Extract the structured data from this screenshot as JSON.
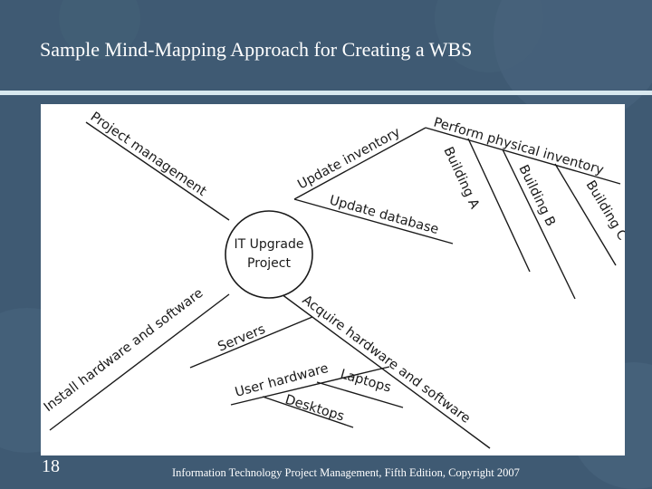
{
  "slide": {
    "title": "Sample Mind-Mapping Approach for Creating a WBS",
    "number": "18",
    "footer": "Information Technology Project Management, Fifth Edition, Copyright 2007"
  },
  "mindmap": {
    "center": [
      "IT Upgrade",
      "Project"
    ],
    "branches": {
      "project_management": "Project management",
      "update_inventory": "Update inventory",
      "perform_physical_inventory": "Perform physical inventory",
      "building_a": "Building A",
      "building_b": "Building B",
      "building_c": "Building C",
      "update_database": "Update database",
      "install_hardware_software": "Install hardware and software",
      "acquire_hardware_software": "Acquire hardware and software",
      "servers": "Servers",
      "user_hardware": "User hardware",
      "laptops": "Laptops",
      "desktops": "Desktops"
    }
  },
  "colors": {
    "background": "#3f5a73",
    "rule": "#d8e8ef",
    "panel": "#ffffff",
    "ink": "#1a1a1a"
  }
}
